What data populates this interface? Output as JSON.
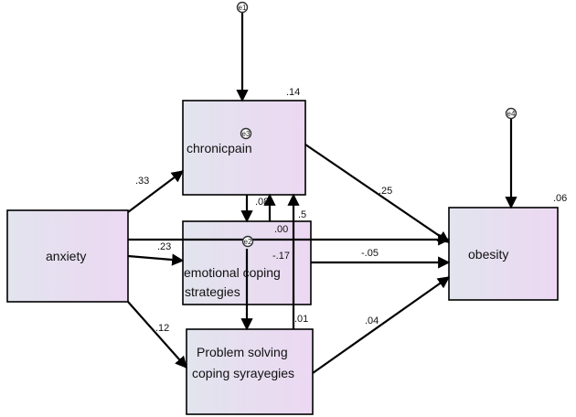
{
  "nodes": {
    "anxiety": {
      "label": "anxiety"
    },
    "chronic_pain": {
      "label": "chronicpain",
      "r2": ".14",
      "error": "e1"
    },
    "emotional": {
      "line1": "emotional coping",
      "line2": "strategies",
      "error": "e2"
    },
    "problem": {
      "line1": "Problem solving",
      "line2": "coping syrayegies"
    },
    "obesity": {
      "label": "obesity",
      "r2": ".06",
      "error": "e4"
    },
    "chronic_inner_error": "e3"
  },
  "edges": {
    "anx_chronic": ".33",
    "anx_emotional": ".23",
    "anx_problem": ".12",
    "anx_obesity": ".00",
    "chronic_obesity": ".25",
    "emotional_obesity": "-.05",
    "problem_obesity": ".04",
    "chronic_emotional": ".08",
    "emotional_chronic": ".5",
    "problem_chronic": ".01",
    "emotional_problem": "-.17"
  },
  "colors": {
    "box_left": "#e2e4ee",
    "box_right": "#ecd8f2",
    "line": "#000000"
  }
}
